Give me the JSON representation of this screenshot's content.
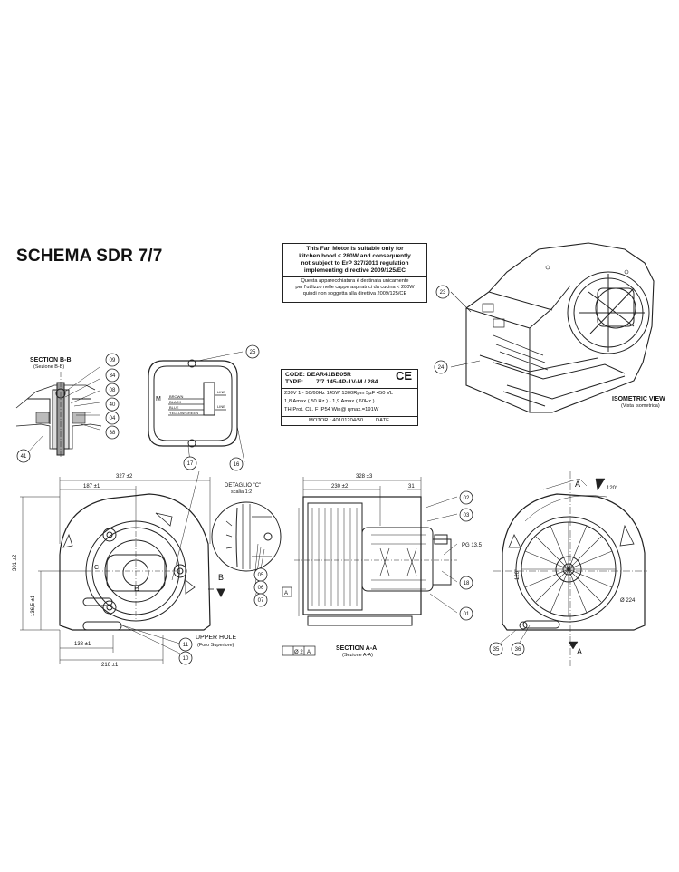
{
  "title": "SCHEMA SDR 7/7",
  "notice": {
    "en_lines": [
      "This Fan Motor is suitable only for",
      "kitchen hood  < 280W   and consequently",
      "not subject to ErP 327/2011 regulation",
      "implementing directive 2009/125/EC"
    ],
    "it_lines": [
      "Questa apparecchiatura è destinata unicamente",
      "per l'utilizzo nelle cappe aspiratrici da cucina  < 280W",
      "quindi non soggetta alla direttiva 2009/125/CE"
    ]
  },
  "plate": {
    "code": "CODE:  DEAR41BB05R",
    "type_label": "TYPE:",
    "type_value": "7/7 145-4P-1V-M / 284",
    "ce": "CE",
    "line1": "230V  1~   50/60Hz  145W  1300Rpm   5µF   450 VL",
    "line2": "1,8 Amax  ( 50 Hz )   -   1,9 Amax  ( 60Hz )",
    "line3": "TH.Prot.       CL. F      IP54          Win@ ηmax.=191W",
    "motor": "MOTOR : 40101204/50",
    "date": "DATE"
  },
  "labels": {
    "section_bb": "SECTION B-B",
    "section_bb_it": "(Sezione B-B)",
    "isometric": "ISOMETRIC VIEW",
    "isometric_it": "(Vista Isometrica)",
    "detail_c": "DETAGLIO \"C\"",
    "detail_scale": "scalia 1:2",
    "upper_hole": "UPPER HOLE",
    "upper_hole_it": "(Foro Superiore)",
    "section_aa": "SECTION A-A",
    "section_aa_it": "(Sezione A-A)",
    "pg": "PG 13,5",
    "m": "M",
    "line": "LINE",
    "wires": [
      "BROWN",
      "BLACK",
      "BLUE",
      "YELLOW/GREEN"
    ]
  },
  "dimensions": {
    "d327": "327 ±2",
    "d187": "187 ±1",
    "d301": "301 ±2",
    "d1365": "136,5 ±1",
    "d138": "138 ±1",
    "d216": "216 ±1",
    "d328": "328 ±3",
    "d230": "230 ±2",
    "d31": "31",
    "d120a": "120°",
    "d120b": "120°",
    "d224": "Ø 224",
    "tol": "Ø 2",
    "letA": "A",
    "letB": "B",
    "letC": "C"
  },
  "callouts": [
    "09",
    "34",
    "08",
    "40",
    "04",
    "38",
    "41",
    "25",
    "16",
    "17",
    "05",
    "06",
    "07",
    "11",
    "10",
    "02",
    "03",
    "18",
    "01",
    "23",
    "24",
    "35",
    "36"
  ]
}
